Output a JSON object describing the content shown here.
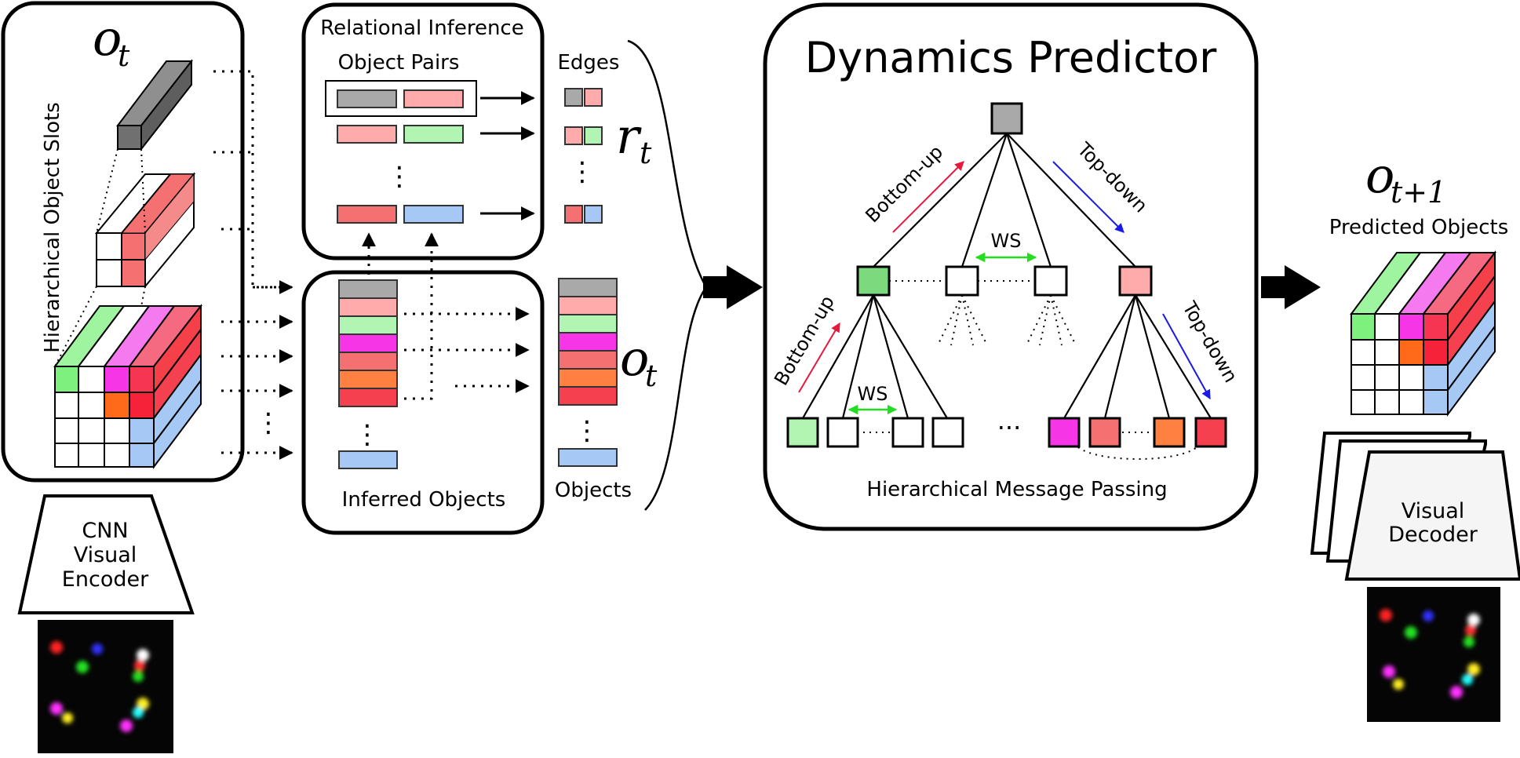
{
  "encoder": {
    "slots_label": "Hierarchical Object Slots",
    "o_t": "o",
    "o_t_sub": "t",
    "cnn_label": [
      "CNN",
      "Visual",
      "Encoder"
    ]
  },
  "relational": {
    "title": "Relational Inference",
    "pairs_label": "Object Pairs",
    "edges_label": "Edges",
    "r_t": "r",
    "r_t_sub": "t",
    "inferred_label": "Inferred Objects",
    "objects_label": "Objects",
    "o_t": "o",
    "o_t_sub": "t",
    "ellipsis": "⋮"
  },
  "dynamics": {
    "title": "Dynamics Predictor",
    "bottom_up": "Bottom-up",
    "top_down": "Top-down",
    "ws": "WS",
    "footer": "Hierarchical Message Passing",
    "dots": "···"
  },
  "output": {
    "o_next": "o",
    "o_next_sub": "t+1",
    "predicted_label": "Predicted Objects",
    "decoder_label": [
      "Visual",
      "Decoder"
    ]
  },
  "colors": {
    "gray": "#a9a9a9",
    "pink": "#ffabab",
    "light_green": "#b2f5b2",
    "magenta": "#f535e6",
    "salmon": "#f57070",
    "orange": "#ff8040",
    "red": "#f54050",
    "blue": "#a6c8f5",
    "green_node": "#7dd97d",
    "bottom_up_arrow": "#e6193c",
    "top_down_arrow": "#1a1ae6",
    "ws_arrow": "#22dd22"
  },
  "object_stack": [
    "gray",
    "pink",
    "light_green",
    "magenta",
    "salmon",
    "orange",
    "red",
    "blue"
  ]
}
